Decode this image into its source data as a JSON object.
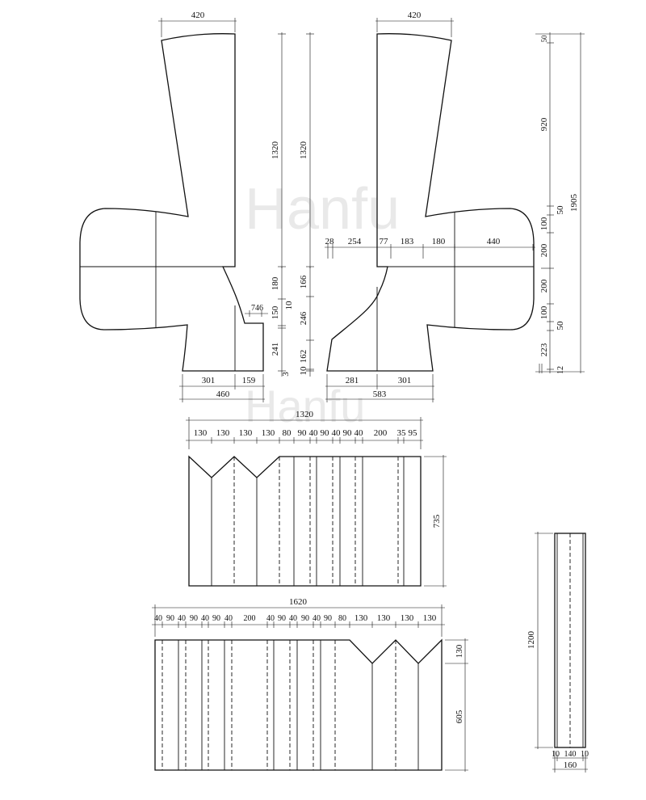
{
  "watermark": "Hanfu",
  "collar_left": {
    "width_top": "420",
    "height_front": "1320",
    "seg_180": "180",
    "seg_150": "150",
    "seg_10": "10",
    "seg_241": "241",
    "seg_3": "3",
    "notch_74": "74",
    "notch_6": "6",
    "bottom_301": "301",
    "bottom_159": "159",
    "bottom_460": "460"
  },
  "collar_right": {
    "width_top": "420",
    "height_front": "1320",
    "seg_166": "166",
    "seg_246": "246",
    "seg_162": "162",
    "seg_10": "10",
    "row": [
      "28",
      "254",
      "77",
      "183",
      "180",
      "440"
    ],
    "bottom_281": "281",
    "bottom_301": "301",
    "bottom_583": "583"
  },
  "side": {
    "total": "1905",
    "segs": [
      "50",
      "920",
      "50",
      "100",
      "200",
      "200",
      "100",
      "50",
      "223",
      "12"
    ]
  },
  "skirt_upper": {
    "total": "1320",
    "segs": [
      "130",
      "130",
      "130",
      "130",
      "80",
      "90",
      "40",
      "90",
      "40",
      "90",
      "40",
      "200",
      "35",
      "95"
    ],
    "height": "735"
  },
  "skirt_lower": {
    "total": "1620",
    "segs": [
      "40",
      "90",
      "40",
      "90",
      "40",
      "90",
      "40",
      "200",
      "40",
      "90",
      "40",
      "90",
      "40",
      "90",
      "80",
      "130",
      "130",
      "130",
      "130"
    ],
    "h_top": "130",
    "h_rest": "605"
  },
  "band": {
    "height": "1200",
    "segs": [
      "10",
      "140",
      "10"
    ],
    "total": "160"
  }
}
